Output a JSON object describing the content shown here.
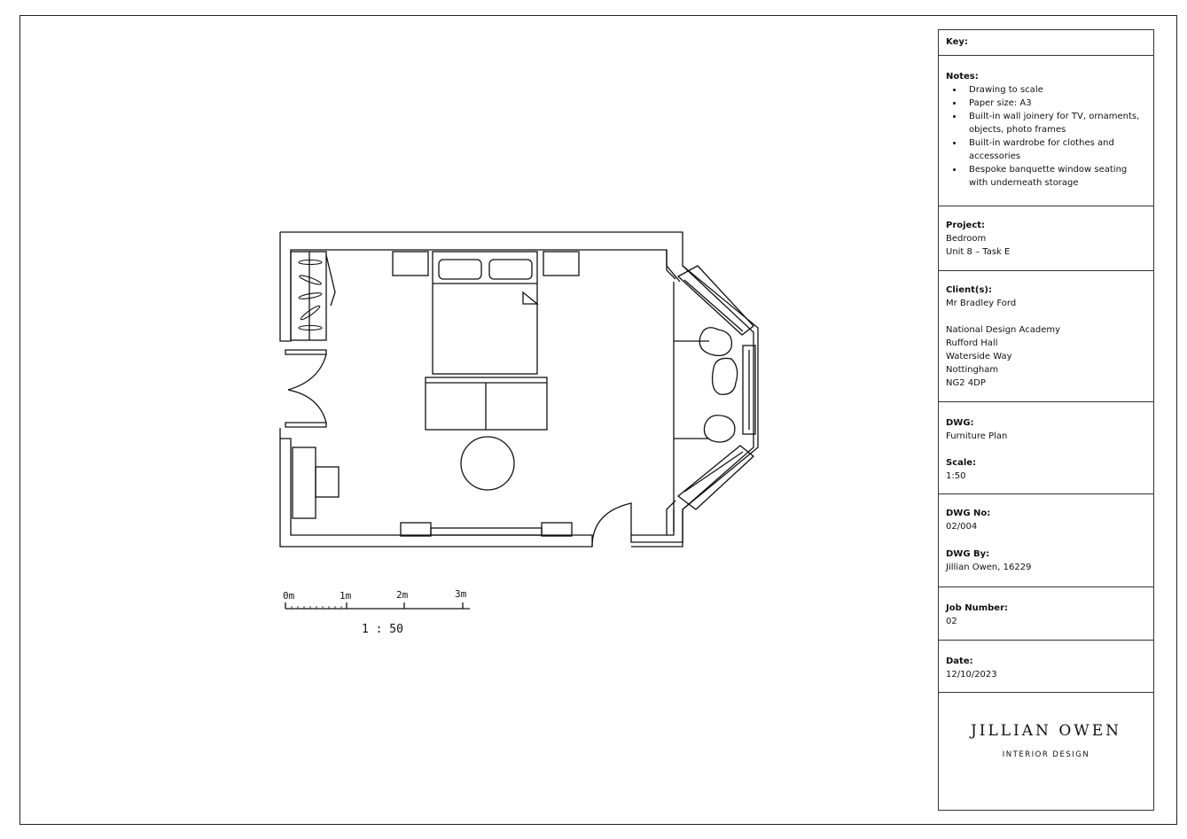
{
  "title_block": {
    "key_label": "Key:",
    "notes_label": "Notes:",
    "notes": [
      "Drawing to scale",
      "Paper size: A3",
      "Built-in wall joinery for TV, ornaments, objects, photo frames",
      "Built-in wardrobe for clothes and accessories",
      "Bespoke banquette window seating with underneath storage"
    ],
    "project_label": "Project:",
    "project_lines": [
      "Bedroom",
      "Unit 8 – Task E"
    ],
    "client_label": "Client(s):",
    "client_name": "Mr Bradley Ford",
    "client_address": [
      "National Design Academy",
      "Rufford Hall",
      "Waterside Way",
      "Nottingham",
      "NG2 4DP"
    ],
    "dwg_label": "DWG:",
    "dwg_value": "Furniture Plan",
    "scale_label": "Scale:",
    "scale_value": "1:50",
    "dwg_no_label": "DWG No:",
    "dwg_no_value": "02/004",
    "dwg_by_label": "DWG By:",
    "dwg_by_value": "Jillian Owen, 16229",
    "job_label": "Job Number:",
    "job_value": "02",
    "date_label": "Date:",
    "date_value": "12/10/2023",
    "logo_name": "JILLIAN OWEN",
    "logo_sub": "INTERIOR DESIGN"
  },
  "scale_bar": {
    "ticks": [
      "0m",
      "1m",
      "2m",
      "3m"
    ],
    "ratio": "1 : 50"
  }
}
